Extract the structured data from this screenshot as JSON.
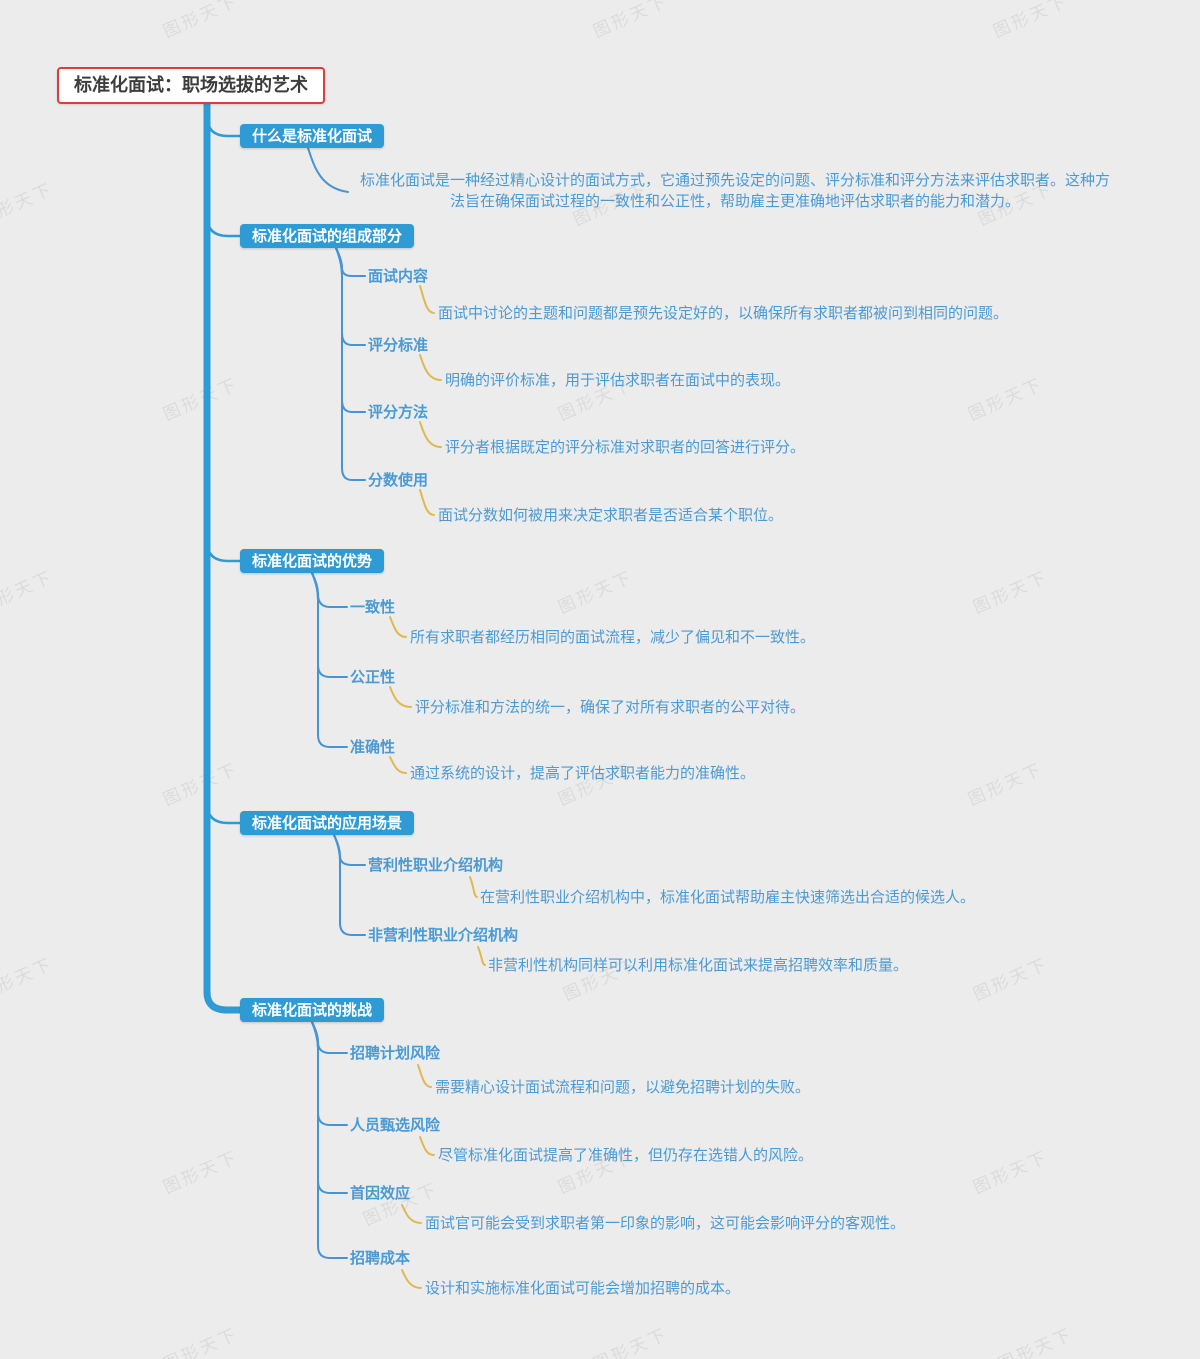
{
  "watermark": "图形天下",
  "root": {
    "label": "标准化面试：职场选拔的艺术"
  },
  "colors": {
    "trunk_blue": "#2e9bd5",
    "connector_blue": "#4494d6",
    "connector_yellow": "#dfb84f",
    "root_border_red": "#e23b3b",
    "topic_text_blue": "#4a9ad4"
  },
  "branches": [
    {
      "label": "什么是标准化面试",
      "note": "标准化面试是一种经过精心设计的面试方式，它通过预先设定的问题、评分标准和评分方法来评估求职者。这种方法旨在确保面试过程的一致性和公正性，帮助雇主更准确地评估求职者的能力和潜力。",
      "children": []
    },
    {
      "label": "标准化面试的组成部分",
      "children": [
        {
          "label": "面试内容",
          "note": "面试中讨论的主题和问题都是预先设定好的，以确保所有求职者都被问到相同的问题。"
        },
        {
          "label": "评分标准",
          "note": "明确的评价标准，用于评估求职者在面试中的表现。"
        },
        {
          "label": "评分方法",
          "note": "评分者根据既定的评分标准对求职者的回答进行评分。"
        },
        {
          "label": "分数使用",
          "note": "面试分数如何被用来决定求职者是否适合某个职位。"
        }
      ]
    },
    {
      "label": "标准化面试的优势",
      "children": [
        {
          "label": "一致性",
          "note": "所有求职者都经历相同的面试流程，减少了偏见和不一致性。"
        },
        {
          "label": "公正性",
          "note": "评分标准和方法的统一，确保了对所有求职者的公平对待。"
        },
        {
          "label": "准确性",
          "note": "通过系统的设计，提高了评估求职者能力的准确性。"
        }
      ]
    },
    {
      "label": "标准化面试的应用场景",
      "children": [
        {
          "label": "营利性职业介绍机构",
          "note": "在营利性职业介绍机构中，标准化面试帮助雇主快速筛选出合适的候选人。"
        },
        {
          "label": "非营利性职业介绍机构",
          "note": "非营利性机构同样可以利用标准化面试来提高招聘效率和质量。"
        }
      ]
    },
    {
      "label": "标准化面试的挑战",
      "children": [
        {
          "label": "招聘计划风险",
          "note": "需要精心设计面试流程和问题，以避免招聘计划的失败。"
        },
        {
          "label": "人员甄选风险",
          "note": "尽管标准化面试提高了准确性，但仍存在选错人的风险。"
        },
        {
          "label": "首因效应",
          "note": "面试官可能会受到求职者第一印象的影响，这可能会影响评分的客观性。"
        },
        {
          "label": "招聘成本",
          "note": "设计和实施标准化面试可能会增加招聘的成本。"
        }
      ]
    }
  ]
}
